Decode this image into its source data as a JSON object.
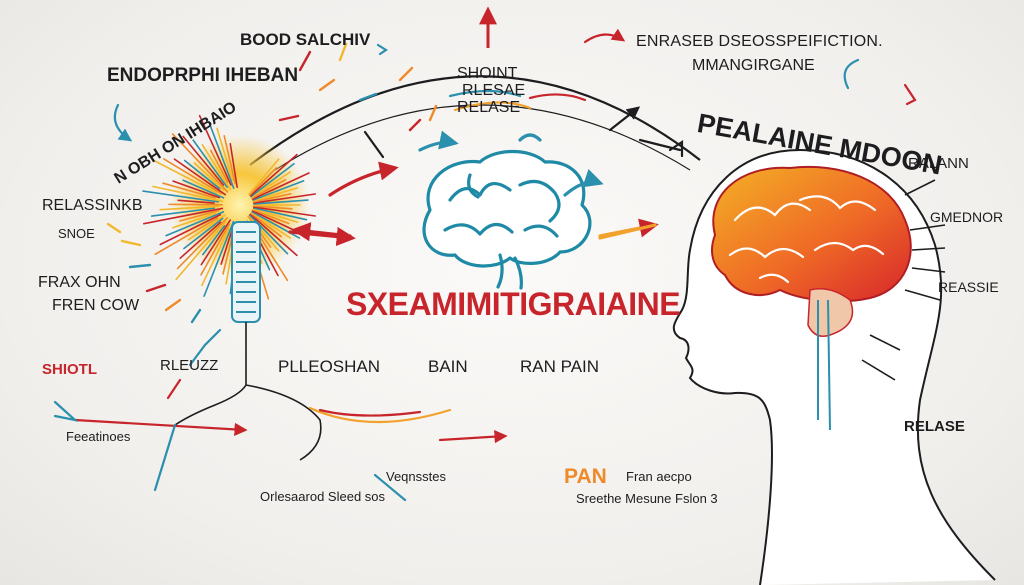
{
  "title": {
    "text": "SXEAMIMITIGRAIAINE",
    "color": "#c7252b"
  },
  "labels": {
    "top_left_1": "BOOD SALCHIV",
    "top_left_2": "ENDOPRPHI IHEBAN",
    "top_mid_1": "SHOINT",
    "top_mid_2": "RLESAE",
    "top_mid_3": "RELASE",
    "top_right_1": "ENRASEB DSEOSSPEIFICTION.",
    "top_right_2": "MMANGIRGANE",
    "right_big": "PEALAINE MDOON",
    "right_1": "RALANN",
    "right_2": "GMEDNOR",
    "right_3": "REASSIE",
    "right_4": "RELASE",
    "left_arc": "N OBH ON IHBAIO",
    "left_1": "RELASSINKB",
    "left_2": "SNOE",
    "left_3": "FRAX OHN",
    "left_4": "FREN COW",
    "left_5": "Feeatinoes",
    "row_shtot": "SHIOTL",
    "row_rleuzz": "RLEUZZ",
    "row_pleoshan": "PLLEOSHAN",
    "row_bain": "BAIN",
    "row_ran_pain": "RAN PAIN",
    "bottom_1": "Veqnsstes",
    "bottom_2": "Orlesaarod Sleed sos",
    "pan": "PAN",
    "pan_note": "Fran aecpo",
    "bottom_3": "Sreethe Mesune Fslon 3"
  },
  "colors": {
    "accent_red": "#c7252b",
    "accent_teal": "#2b8fae",
    "accent_orange": "#ef8a2b",
    "accent_yellow": "#f2b82c",
    "ink": "#1d1d1f"
  },
  "icons": [
    "left-brain-icon",
    "right-head-icon",
    "sun-burst-icon",
    "spine-icon"
  ]
}
